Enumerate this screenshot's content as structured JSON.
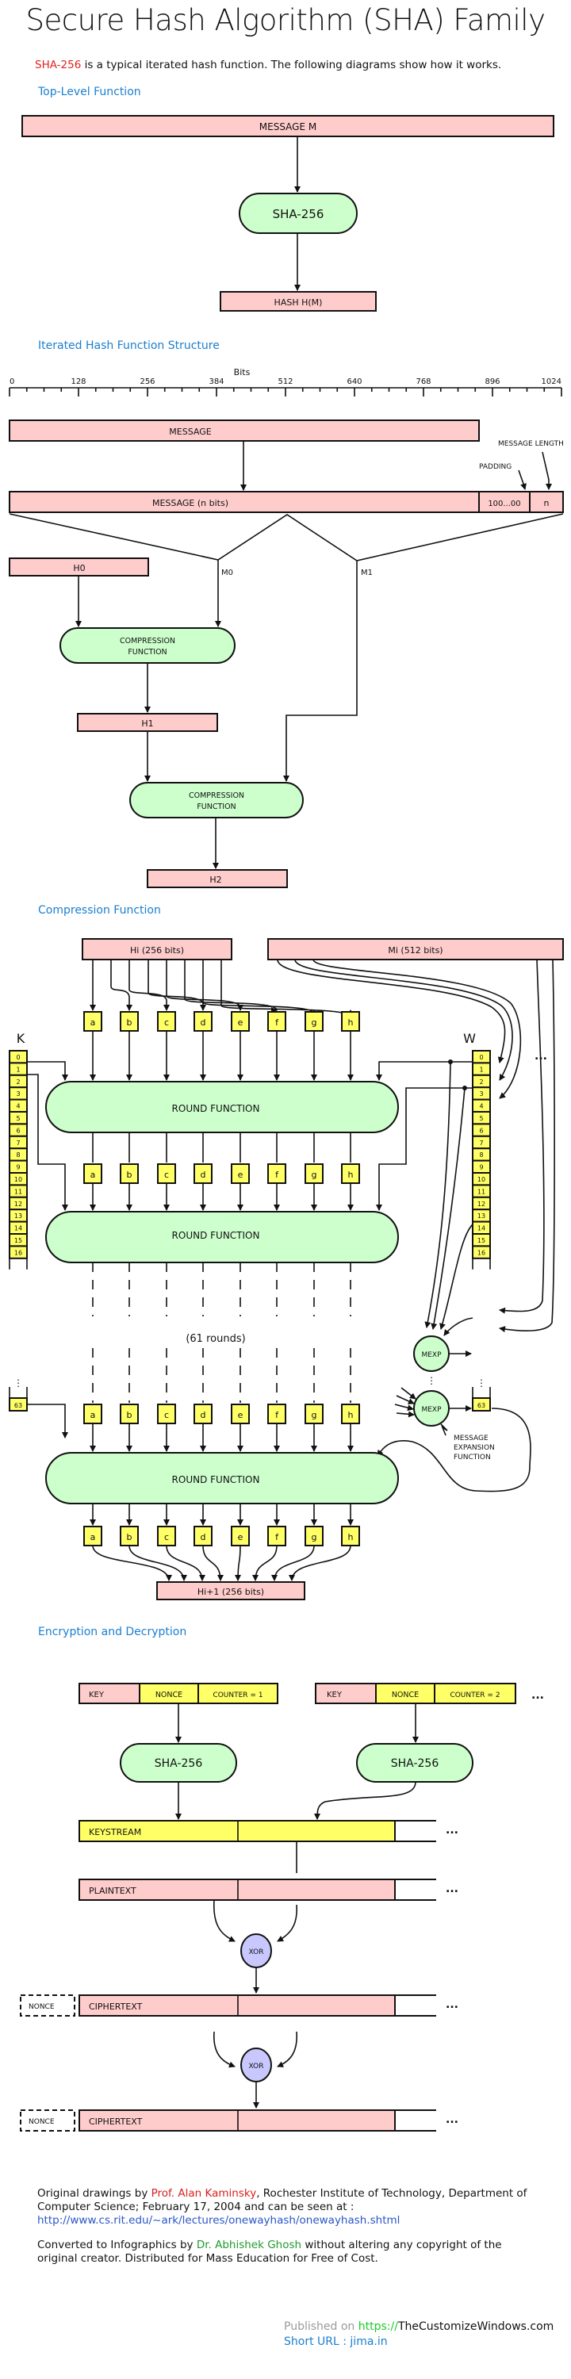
{
  "header": {
    "title": "Secure Hash Algorithm (SHA) Family",
    "intro_highlight": "SHA-256",
    "intro_rest": " is a typical iterated hash function. The following diagrams show how it works.",
    "colors": {
      "highlight": "#e0221e",
      "section": "#1a7fd0",
      "pink": "#ffcccc",
      "yellow": "#ffff66",
      "green": "#ccffcc",
      "violet": "#c8c8ff"
    }
  },
  "top_level": {
    "section_title": "Top-Level Function",
    "message": "MESSAGE   M",
    "function": "SHA-256",
    "hash": "HASH   H(M)"
  },
  "iterated": {
    "section_title": "Iterated Hash Function Structure",
    "axis_label": "Bits",
    "ticks": [
      "0",
      "128",
      "256",
      "384",
      "512",
      "640",
      "768",
      "896",
      "1024"
    ],
    "message": "MESSAGE",
    "message_n": "MESSAGE (n bits)",
    "padding_value": "100...00",
    "length_value": "n",
    "padding_label": "PADDING",
    "length_label": "MESSAGE LENGTH",
    "m0": "M0",
    "m1": "M1",
    "h0": "H0",
    "h1": "H1",
    "h2": "H2",
    "compression_1": "COMPRESSION FUNCTION",
    "compression_2": "COMPRESSION FUNCTION"
  },
  "compression": {
    "section_title": "Compression Function",
    "hi": "Hi (256 bits)",
    "mi": "Mi (512 bits)",
    "registers": [
      "a",
      "b",
      "c",
      "d",
      "e",
      "f",
      "g",
      "h"
    ],
    "k_label": "K",
    "w_label": "W",
    "indices": [
      "0",
      "1",
      "2",
      "3",
      "4",
      "5",
      "6",
      "7",
      "8",
      "9",
      "10",
      "11",
      "12",
      "13",
      "14",
      "15",
      "16"
    ],
    "last_index": "63",
    "round_function": "ROUND FUNCTION",
    "rounds_note": "(61 rounds)",
    "mexp": "MEXP",
    "mexp_caption": "MESSAGE EXPANSION FUNCTION",
    "ellipsis": "...",
    "output": "Hi+1 (256 bits)"
  },
  "encryption": {
    "section_title": "Encryption and Decryption",
    "block1": {
      "key": "KEY",
      "nonce": "NONCE",
      "counter": "COUNTER = 1"
    },
    "block2": {
      "key": "KEY",
      "nonce": "NONCE",
      "counter": "COUNTER = 2"
    },
    "sha": "SHA-256",
    "keystream": "KEYSTREAM",
    "plaintext": "PLAINTEXT",
    "xor": "XOR",
    "nonce": "NONCE",
    "ciphertext": "CIPHERTEXT",
    "ellipsis": "..."
  },
  "credits": {
    "p1_before": "Original drawings by ",
    "p1_author": "Prof. Alan Kaminsky",
    "p1_after": ", Rochester Institute of Technology, Department of Computer Science; February 17, 2004 and can be seen at :",
    "p1_link": "http://www.cs.rit.edu/~ark/lectures/onewayhash/onewayhash.shtml",
    "p2_before": "Converted to Infographics by ",
    "p2_author": "Dr. Abhishek Ghosh",
    "p2_after": " without altering any copyright of the original creator. Distributed for Mass Education for Free of Cost.",
    "published_label": "Published on ",
    "published_proto": "https://",
    "published_site": "TheCustomizeWindows.com",
    "short_url": "Short URL : jima.in"
  }
}
